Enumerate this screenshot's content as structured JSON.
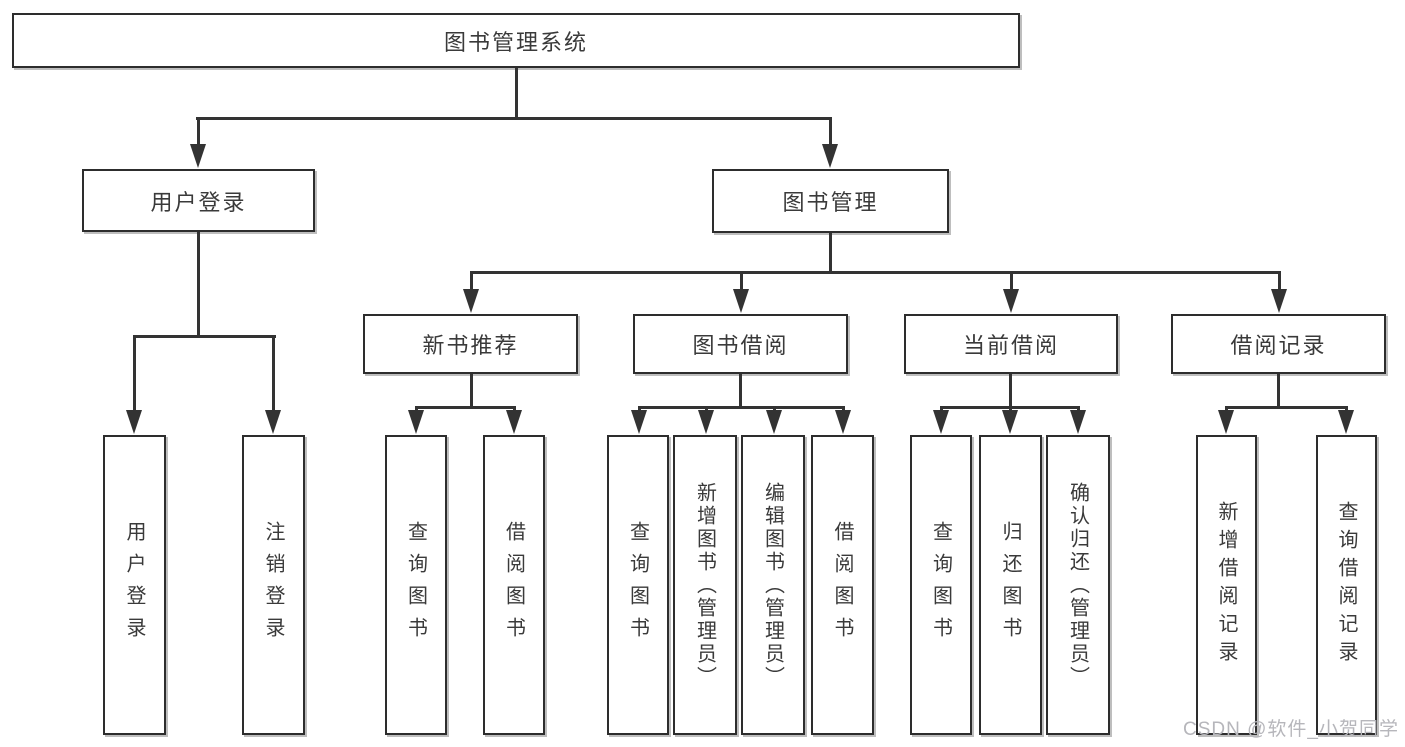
{
  "colors": {
    "line": "#333333",
    "box_border": "#2d2d2d",
    "text": "#3a3a3a",
    "background": "#ffffff",
    "watermark": "#b6b6bb"
  },
  "watermark": {
    "text": "CSDN @软件_小贺同学"
  },
  "tree": {
    "label": "图书管理系统",
    "children": [
      {
        "label": "用户登录",
        "children": [
          {
            "label": "用户登录"
          },
          {
            "label": "注销登录"
          }
        ]
      },
      {
        "label": "图书管理",
        "children": [
          {
            "label": "新书推荐",
            "children": [
              {
                "label": "查询图书"
              },
              {
                "label": "借阅图书"
              }
            ]
          },
          {
            "label": "图书借阅",
            "children": [
              {
                "label": "查询图书"
              },
              {
                "label": "新增图书（管理员）"
              },
              {
                "label": "编辑图书（管理员）"
              },
              {
                "label": "借阅图书"
              }
            ]
          },
          {
            "label": "当前借阅",
            "children": [
              {
                "label": "查询图书"
              },
              {
                "label": "归还图书"
              },
              {
                "label": "确认归还（管理员）"
              }
            ]
          },
          {
            "label": "借阅记录",
            "children": [
              {
                "label": "新增借阅记录"
              },
              {
                "label": "查询借阅记录"
              }
            ]
          }
        ]
      }
    ]
  }
}
